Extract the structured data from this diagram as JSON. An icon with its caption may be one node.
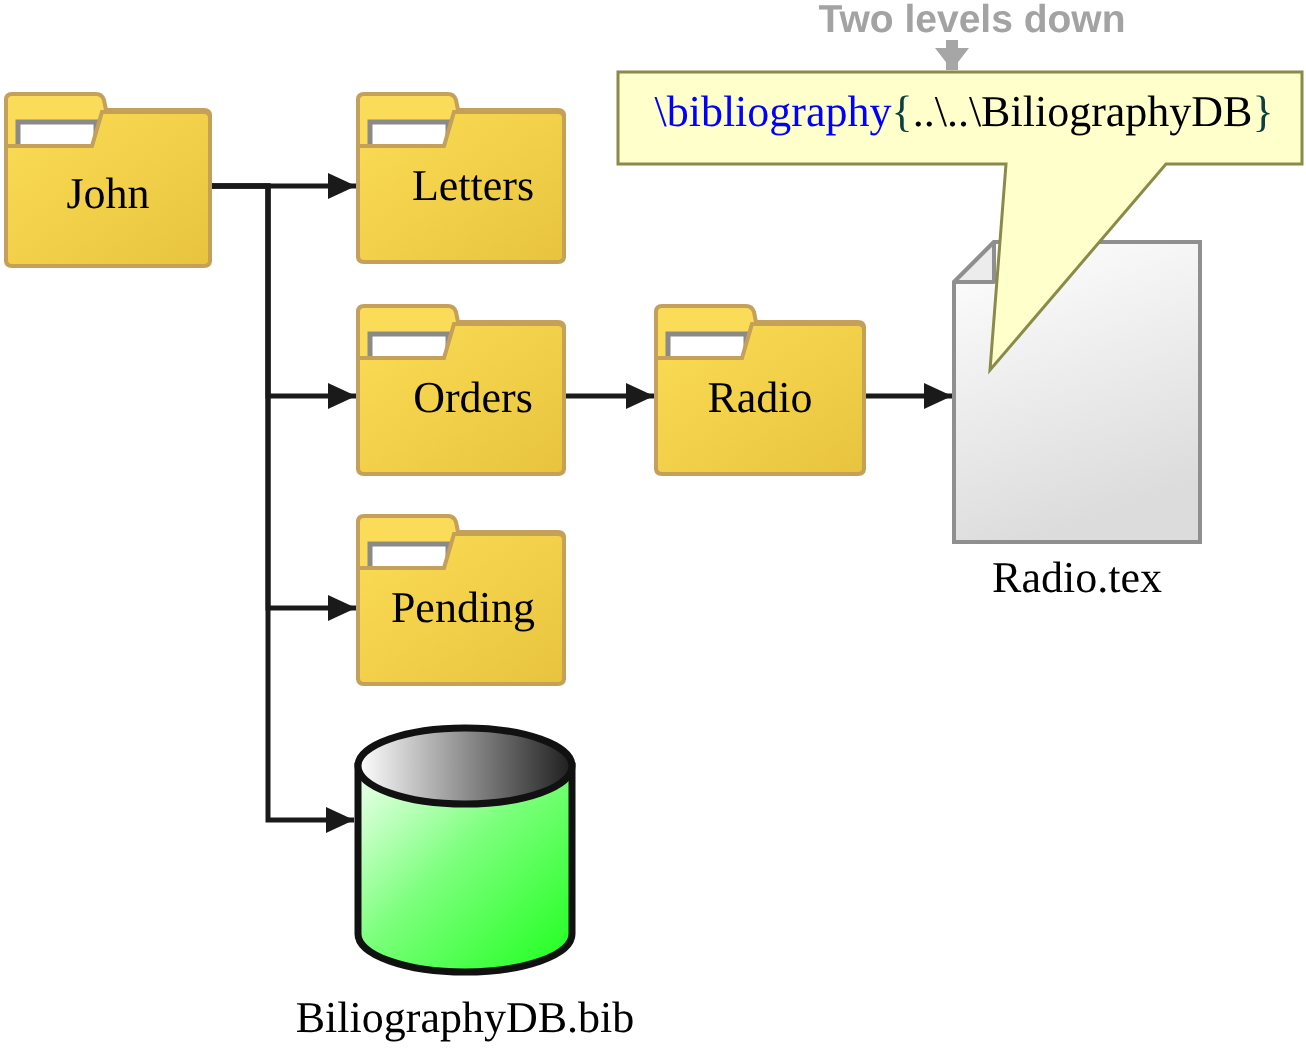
{
  "diagram": {
    "nodes": [
      {
        "text": [
          "Two levels down"
        ]
      },
      {
        "text": [
          "\\bibliography{..\\..\\BiliographyDB}"
        ]
      },
      {
        "text": [
          "John"
        ]
      },
      {
        "text": [
          "Letters"
        ]
      },
      {
        "text": [
          "Orders"
        ]
      },
      {
        "text": [
          "Radio"
        ]
      },
      {
        "text": [],
        "shape": "document",
        "beside": [
          "Radio.tex"
        ]
      },
      {
        "text": [
          "Pending"
        ]
      },
      {
        "text": [],
        "shape": "cylinder",
        "beside": [
          "BiliographyDB.bib"
        ]
      }
    ],
    "edges": [
      {
        "from": 0,
        "to": 1,
        "arrow": "to",
        "style": "thick",
        "color": "#a6a6a6"
      },
      {
        "from": 2,
        "to": 3,
        "arrow": "to"
      },
      {
        "from": 2,
        "to": 4,
        "arrow": "to"
      },
      {
        "from": 2,
        "to": 7,
        "arrow": "to"
      },
      {
        "from": 2,
        "to": 8,
        "arrow": "to"
      },
      {
        "from": 4,
        "to": 5,
        "arrow": "to"
      },
      {
        "from": 5,
        "to": 6,
        "arrow": "to"
      }
    ]
  }
}
